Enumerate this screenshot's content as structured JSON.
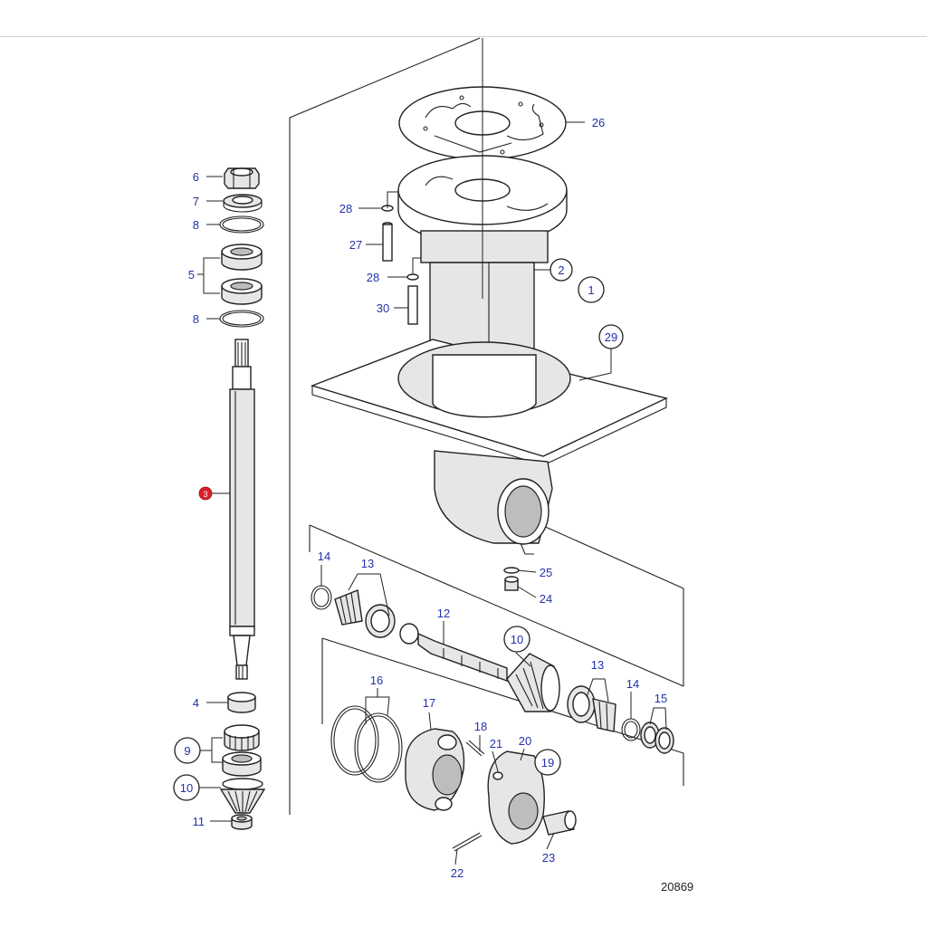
{
  "figure_number": "20869",
  "colors": {
    "callout_text": "#2233aa",
    "highlight_marker": "#d8202a",
    "linework": "#222222"
  },
  "callouts": {
    "c1": "1",
    "c2": "2",
    "c3": "3",
    "c4": "4",
    "c5": "5",
    "c6": "6",
    "c7": "7",
    "c8a": "8",
    "c8b": "8",
    "c9": "9",
    "c10a": "10",
    "c10b": "10",
    "c11": "11",
    "c12": "12",
    "c13a": "13",
    "c13b": "13",
    "c14a": "14",
    "c14b": "14",
    "c15": "15",
    "c16": "16",
    "c17": "17",
    "c18": "18",
    "c19": "19",
    "c20": "20",
    "c21": "21",
    "c22": "22",
    "c23": "23",
    "c24": "24",
    "c25": "25",
    "c26": "26",
    "c27": "27",
    "c28a": "28",
    "c28b": "28",
    "c29": "29",
    "c30": "30"
  },
  "highlighted_callout": "3"
}
